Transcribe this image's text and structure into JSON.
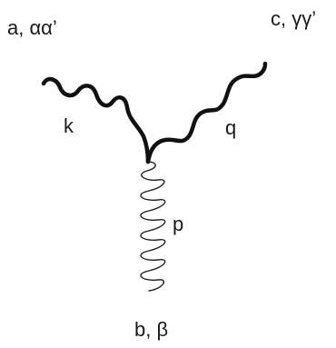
{
  "vertex": {
    "legs": [
      {
        "id": "a",
        "end_label": "a, αα’",
        "momentum": "k",
        "style": "wavy-thick"
      },
      {
        "id": "c",
        "end_label": "c, γγ’",
        "momentum": "q",
        "style": "wavy-thick"
      },
      {
        "id": "b",
        "end_label": "b, β",
        "momentum": "p",
        "style": "gluon-spring"
      }
    ]
  },
  "colors": {
    "line": "#111111",
    "text": "#1a1a1a",
    "background": "#ffffff"
  }
}
